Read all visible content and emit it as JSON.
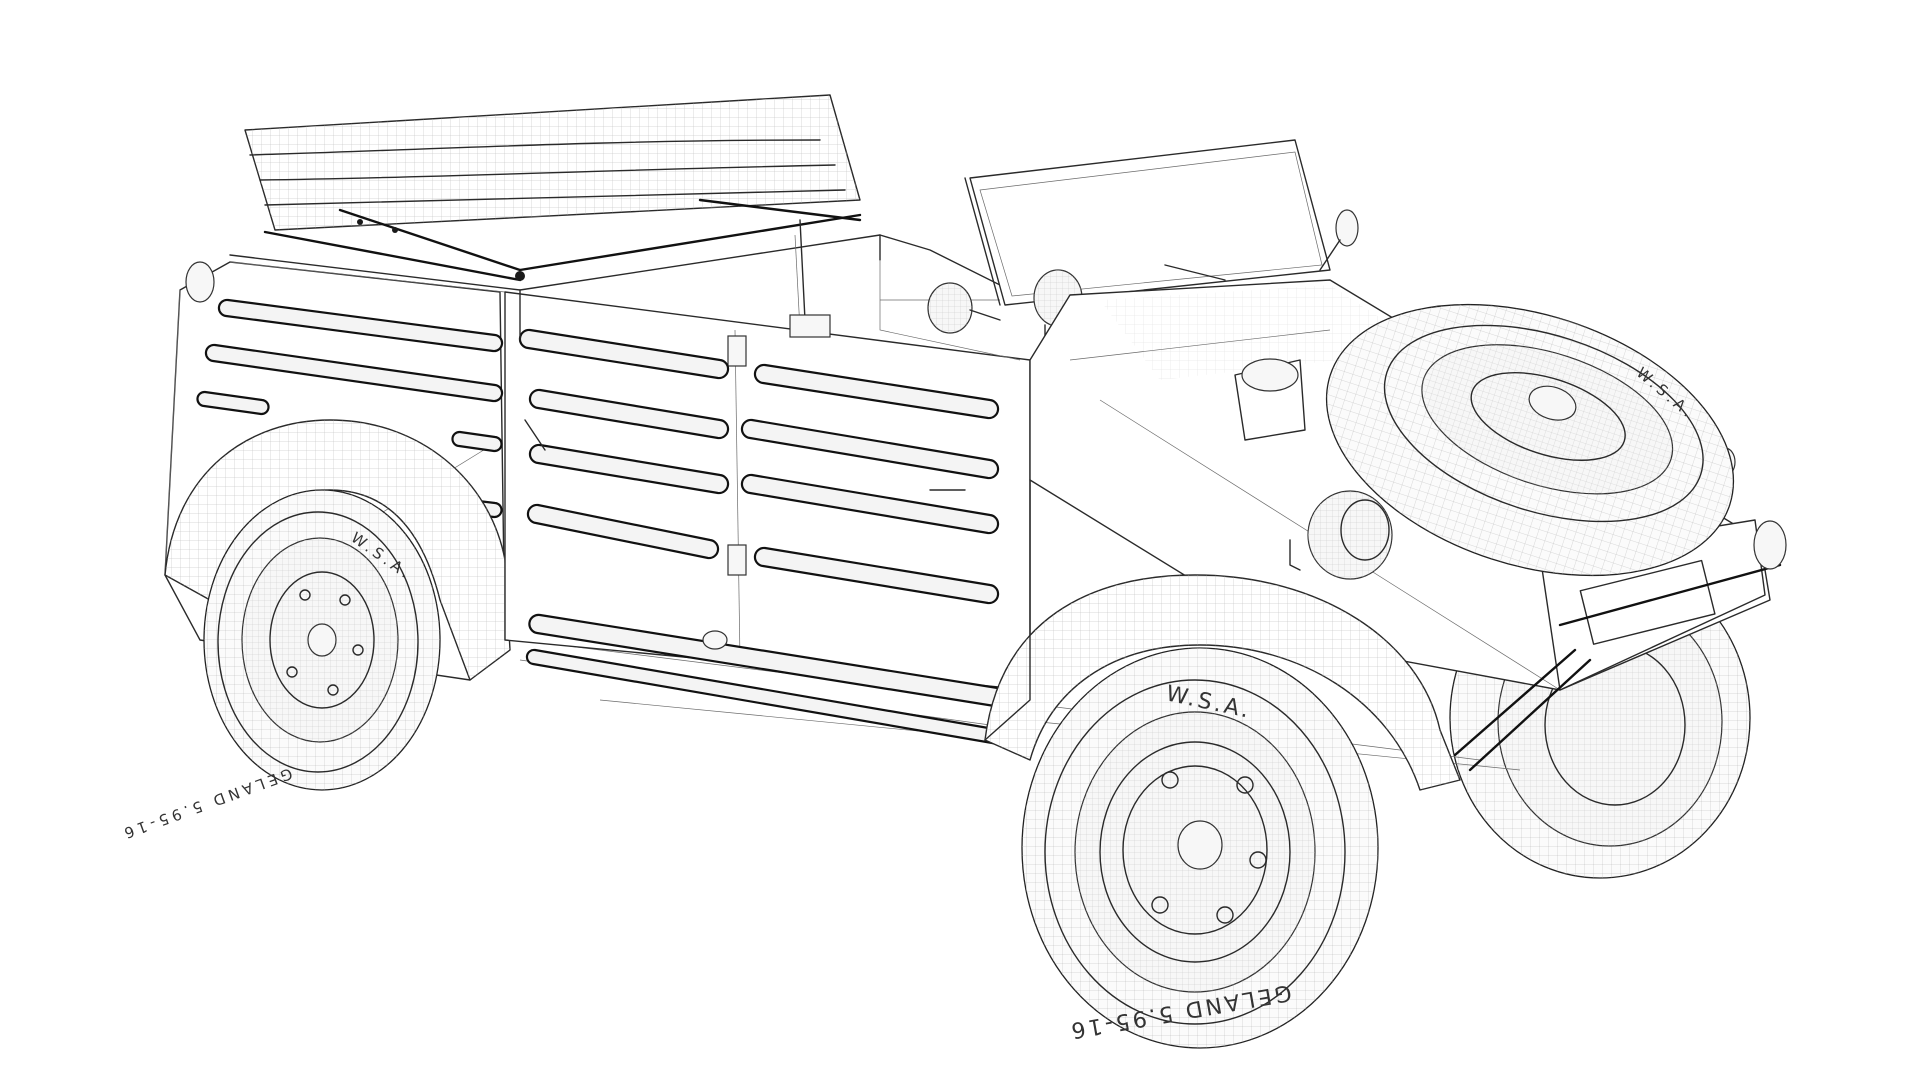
{
  "image": {
    "subject": "3D wireframe render of a WWII-era open utility vehicle (Kübelwagen-style)",
    "background_color": "#ffffff",
    "line_color": "#2a2a2a"
  },
  "tires": {
    "front": {
      "brand_text": "W.S.A.",
      "sidewall_text": "GELAND 5.95-16"
    },
    "rear": {
      "brand_text": "W.S.A.",
      "sidewall_text": "GELAND 5.95-16"
    },
    "spare": {
      "brand_text": "W.S.A."
    }
  }
}
